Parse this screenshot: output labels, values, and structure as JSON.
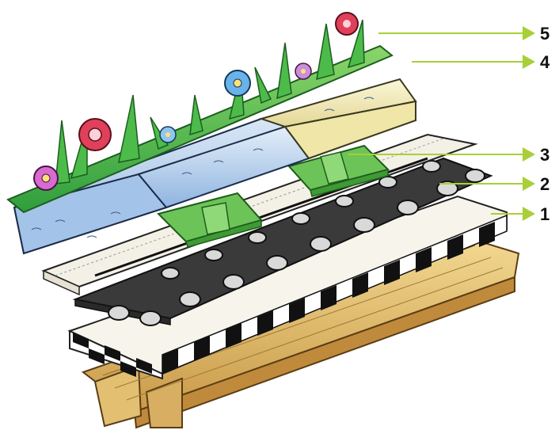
{
  "diagram": {
    "layers": [
      {
        "id": "1",
        "label": "1"
      },
      {
        "id": "2",
        "label": "2"
      },
      {
        "id": "3",
        "label": "3"
      },
      {
        "id": "4",
        "label": "4"
      },
      {
        "id": "5",
        "label": "5"
      }
    ]
  },
  "colors": {
    "arrow": "#a9cf38",
    "wood_light": "#e8c87a",
    "wood_dark": "#b98a3c",
    "checker_dark": "#111111",
    "checker_light": "#ffffff",
    "membrane": "#2b2b2b",
    "fabric": "#f4f1ea",
    "tray_green": "#5fbf4a",
    "soil_blue": "#a9c8ea",
    "soil_yellow": "#efe6a8",
    "grass": "#3db24a"
  }
}
